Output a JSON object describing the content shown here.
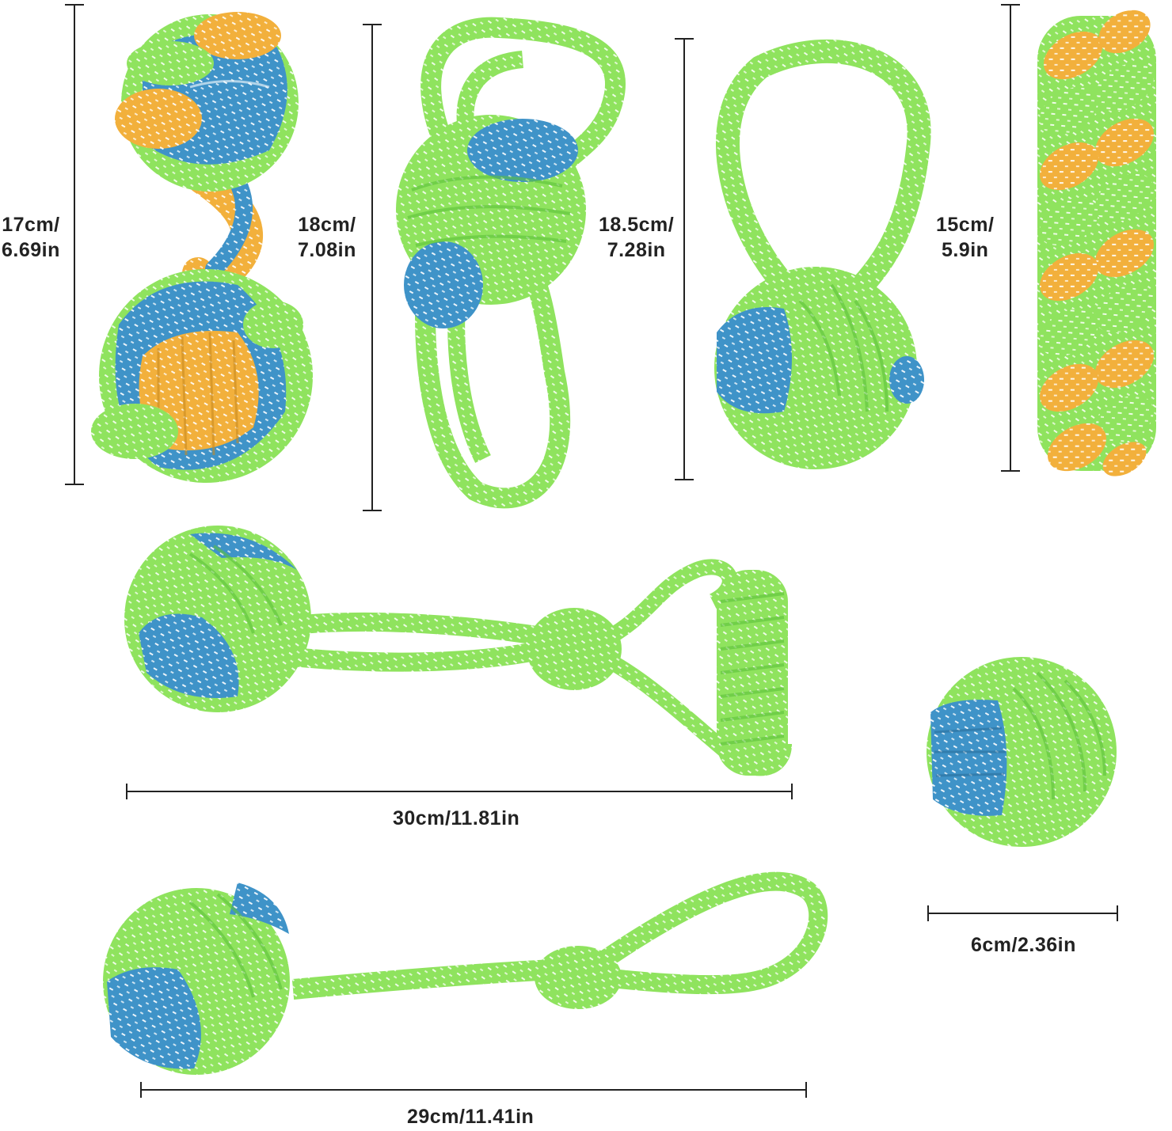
{
  "colors": {
    "green": "#8fe35e",
    "green_dark": "#5cc23a",
    "blue": "#3f93c8",
    "blue_dark": "#2a6f9c",
    "orange": "#f2b03c",
    "orange_dark": "#c98a1f",
    "stitch": "#ffffff",
    "measure_line": "#222222",
    "background": "#ffffff"
  },
  "measurements": [
    {
      "name": "dumbbell-ball-toy",
      "text_line1": "17cm/",
      "text_line2": "6.69in",
      "orientation": "vertical"
    },
    {
      "name": "double-loop-ball-toy",
      "text_line1": "18cm/",
      "text_line2": "7.08in",
      "orientation": "vertical"
    },
    {
      "name": "single-loop-ball-toy",
      "text_line1": "18.5cm/",
      "text_line2": "7.28in",
      "orientation": "vertical"
    },
    {
      "name": "braided-stick-toy",
      "text_line1": "15cm/",
      "text_line2": "5.9in",
      "orientation": "vertical"
    },
    {
      "name": "ball-handle-tug-toy",
      "text": "30cm/11.81in",
      "orientation": "horizontal"
    },
    {
      "name": "small-rope-ball-toy",
      "text": "6cm/2.36in",
      "orientation": "horizontal"
    },
    {
      "name": "ball-loop-tug-toy",
      "text": "29cm/11.41in",
      "orientation": "horizontal"
    }
  ]
}
